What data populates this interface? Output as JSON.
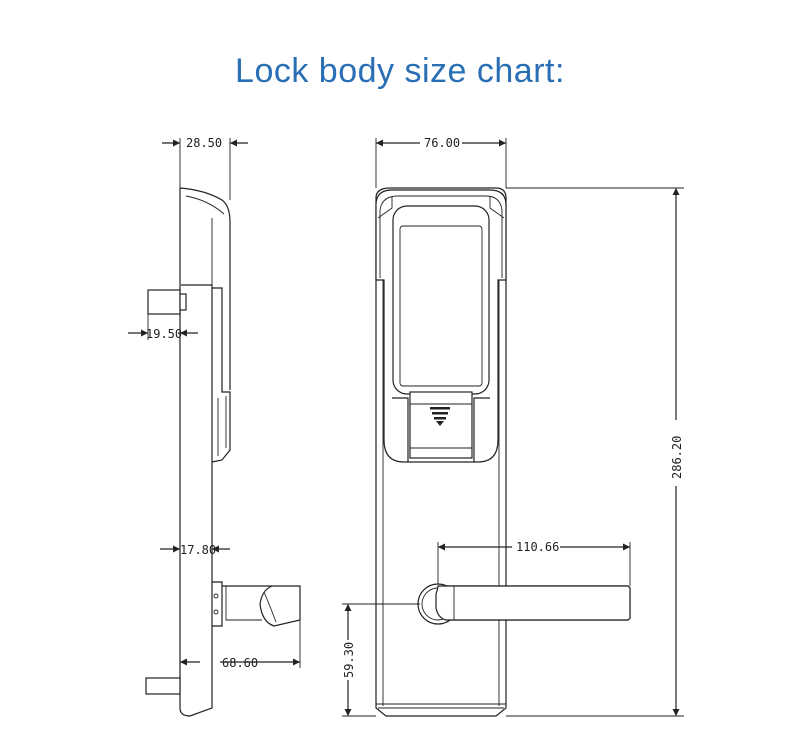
{
  "title": "Lock body size chart:",
  "dimensions": {
    "side_depth": "28.50",
    "side_spindle": "19.50",
    "side_lower": "17.80",
    "side_handle": "68.60",
    "front_width": "76.00",
    "front_height": "286.20",
    "handle_length": "110.66",
    "handle_height": "59.30"
  }
}
